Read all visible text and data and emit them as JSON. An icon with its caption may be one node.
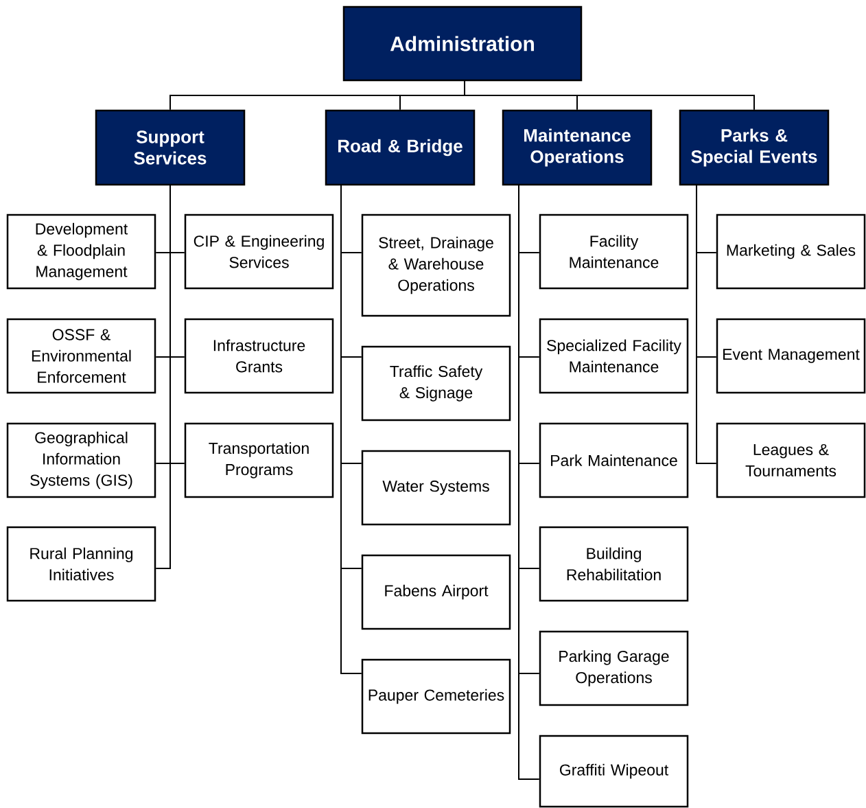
{
  "diagram": {
    "nodes": [
      {
        "text": [
          "Administration"
        ]
      },
      {
        "text": [
          "Support Services"
        ]
      },
      {
        "text": [
          "Road & Bridge"
        ]
      },
      {
        "text": [
          "Maintenance Operations"
        ]
      },
      {
        "text": [
          "Parks & Special Events"
        ]
      },
      {
        "text": [
          "Development & Floodplain Management"
        ]
      },
      {
        "text": [
          "CIP & Engineering Services"
        ]
      },
      {
        "text": [
          "OSSF & Environmental Enforcement"
        ]
      },
      {
        "text": [
          "Infrastructure Grants"
        ]
      },
      {
        "text": [
          "Geographical Information Systems (GIS)"
        ]
      },
      {
        "text": [
          "Transportation Programs"
        ]
      },
      {
        "text": [
          "Rural Planning Initiatives"
        ]
      },
      {
        "text": [
          "Street, Drainage & Warehouse Operations"
        ]
      },
      {
        "text": [
          "Traffic Safety & Signage"
        ]
      },
      {
        "text": [
          "Water Systems"
        ]
      },
      {
        "text": [
          "Fabens Airport"
        ]
      },
      {
        "text": [
          "Pauper Cemeteries"
        ]
      },
      {
        "text": [
          "Facility Maintenance"
        ]
      },
      {
        "text": [
          "Specialized Facility Maintenance"
        ]
      },
      {
        "text": [
          "Park Maintenance"
        ]
      },
      {
        "text": [
          "Building Rehabilitation"
        ]
      },
      {
        "text": [
          "Parking Garage Operations"
        ]
      },
      {
        "text": [
          "Graffiti Wipeout"
        ]
      },
      {
        "text": [
          "Marketing & Sales"
        ]
      },
      {
        "text": [
          "Event Management"
        ]
      },
      {
        "text": [
          "Leagues & Tournaments"
        ]
      }
    ],
    "edges": [
      {
        "from": 0,
        "to": 1,
        "arrow": "none"
      },
      {
        "from": 0,
        "to": 2,
        "arrow": "none"
      },
      {
        "from": 0,
        "to": 3,
        "arrow": "none"
      },
      {
        "from": 0,
        "to": 4,
        "arrow": "none"
      },
      {
        "from": 1,
        "to": 5,
        "arrow": "none"
      },
      {
        "from": 1,
        "to": 6,
        "arrow": "none"
      },
      {
        "from": 1,
        "to": 7,
        "arrow": "none"
      },
      {
        "from": 1,
        "to": 8,
        "arrow": "none"
      },
      {
        "from": 1,
        "to": 9,
        "arrow": "none"
      },
      {
        "from": 1,
        "to": 10,
        "arrow": "none"
      },
      {
        "from": 1,
        "to": 11,
        "arrow": "none"
      },
      {
        "from": 2,
        "to": 12,
        "arrow": "none"
      },
      {
        "from": 2,
        "to": 13,
        "arrow": "none"
      },
      {
        "from": 2,
        "to": 14,
        "arrow": "none"
      },
      {
        "from": 2,
        "to": 15,
        "arrow": "none"
      },
      {
        "from": 2,
        "to": 16,
        "arrow": "none"
      },
      {
        "from": 3,
        "to": 17,
        "arrow": "none"
      },
      {
        "from": 3,
        "to": 18,
        "arrow": "none"
      },
      {
        "from": 3,
        "to": 19,
        "arrow": "none"
      },
      {
        "from": 3,
        "to": 20,
        "arrow": "none"
      },
      {
        "from": 3,
        "to": 21,
        "arrow": "none"
      },
      {
        "from": 3,
        "to": 22,
        "arrow": "none"
      },
      {
        "from": 4,
        "to": 23,
        "arrow": "none"
      },
      {
        "from": 4,
        "to": 24,
        "arrow": "none"
      },
      {
        "from": 4,
        "to": 25,
        "arrow": "none"
      }
    ]
  }
}
